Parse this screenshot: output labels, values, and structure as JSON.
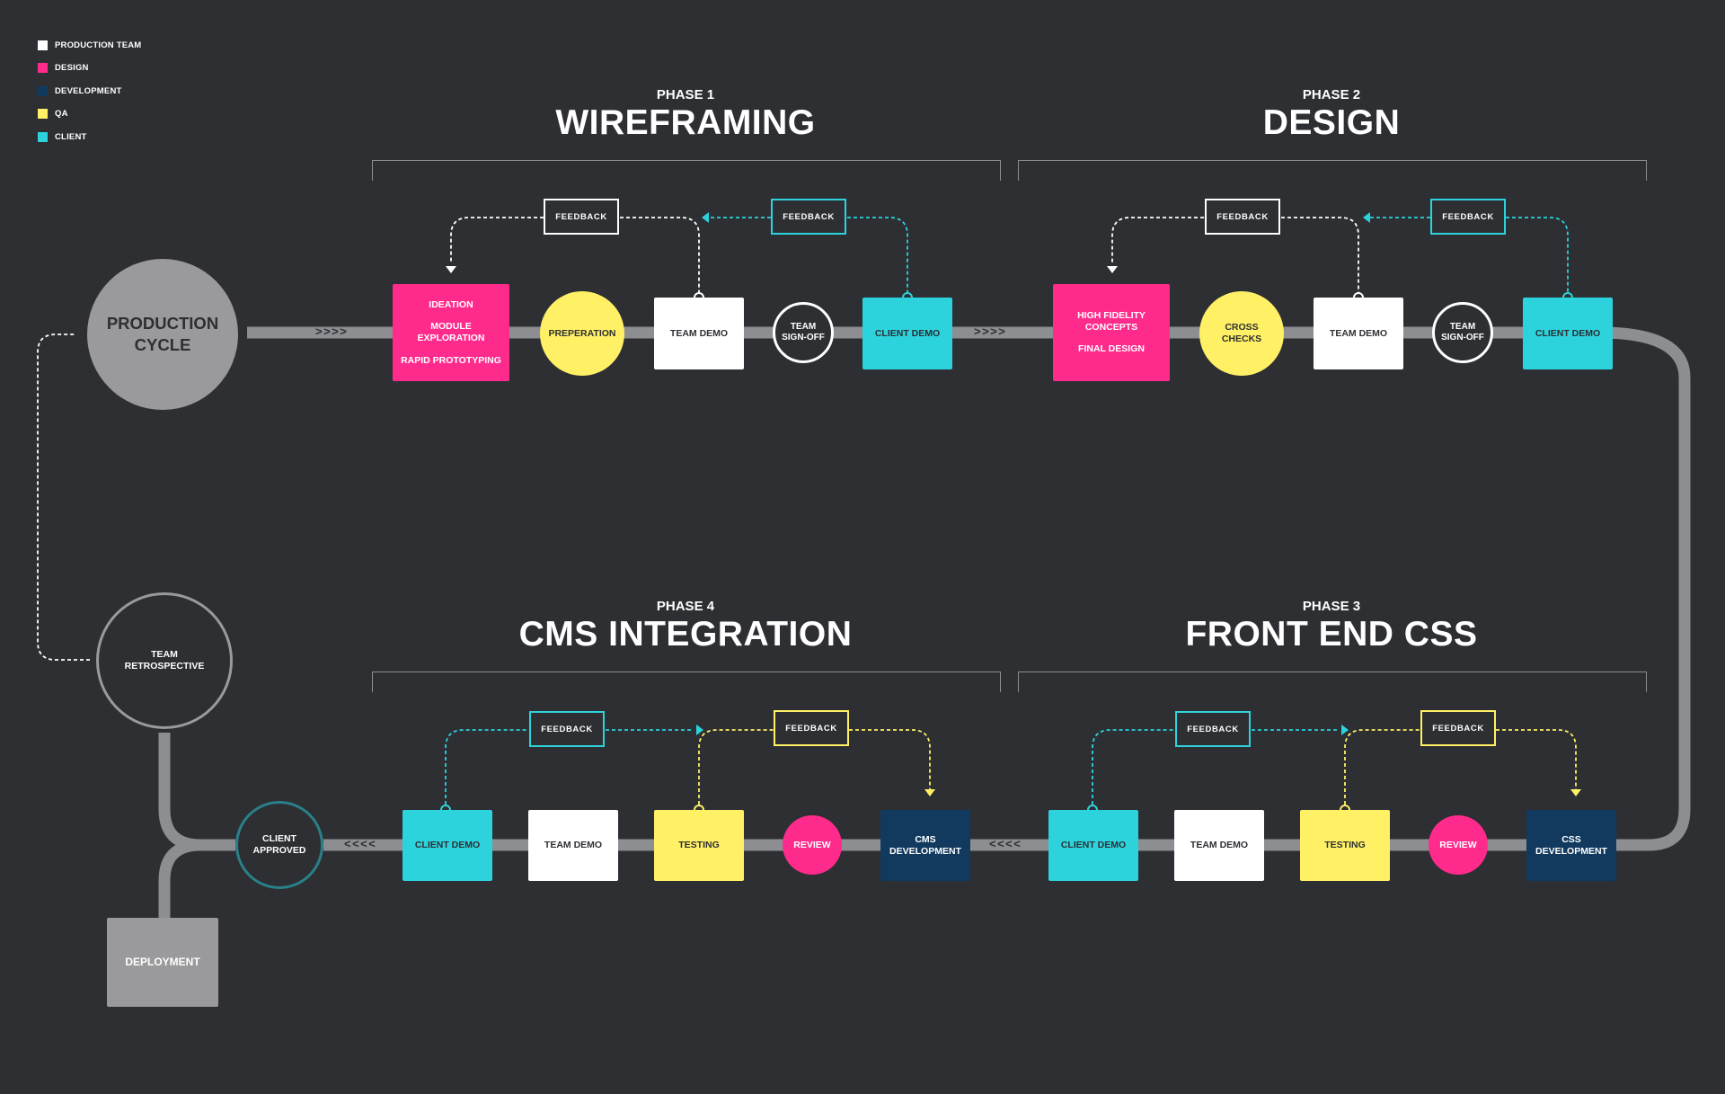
{
  "legend": [
    {
      "label": "PRODUCTION TEAM",
      "color": "#ffffff"
    },
    {
      "label": "DESIGN",
      "color": "#ff2b8c"
    },
    {
      "label": "DEVELOPMENT",
      "color": "#123a5e"
    },
    {
      "label": "QA",
      "color": "#fff066"
    },
    {
      "label": "CLIENT",
      "color": "#2dd3dc"
    }
  ],
  "phases": {
    "p1": {
      "number": "PHASE 1",
      "title": "WIREFRAMING"
    },
    "p2": {
      "number": "PHASE 2",
      "title": "DESIGN"
    },
    "p3": {
      "number": "PHASE 3",
      "title": "FRONT END CSS"
    },
    "p4": {
      "number": "PHASE 4",
      "title": "CMS INTEGRATION"
    }
  },
  "cycle": {
    "production_line1": "PRODUCTION",
    "production_line2": "CYCLE",
    "retro_line1": "TEAM",
    "retro_line2": "RETROSPECTIVE",
    "approved_line1": "CLIENT",
    "approved_line2": "APPROVED",
    "deployment": "DEPLOYMENT"
  },
  "phase1": {
    "ideation": "IDEATION",
    "module_line1": "MODULE",
    "module_line2": "EXPLORATION",
    "rapid": "RAPID PROTOTYPING",
    "preperation": "PREPERATION",
    "team_demo": "TEAM DEMO",
    "signoff_line1": "TEAM",
    "signoff_line2": "SIGN-OFF",
    "client_demo": "CLIENT DEMO"
  },
  "phase2": {
    "hifi_line1": "HIGH FIDELITY",
    "hifi_line2": "CONCEPTS",
    "final_design": "FINAL DESIGN",
    "cross_line1": "CROSS",
    "cross_line2": "CHECKS",
    "team_demo": "TEAM DEMO",
    "signoff_line1": "TEAM",
    "signoff_line2": "SIGN-OFF",
    "client_demo": "CLIENT DEMO"
  },
  "phase3": {
    "client_demo": "CLIENT DEMO",
    "team_demo": "TEAM DEMO",
    "testing": "TESTING",
    "review": "REVIEW",
    "dev_line1": "CSS",
    "dev_line2": "DEVELOPMENT"
  },
  "phase4": {
    "client_demo": "CLIENT DEMO",
    "team_demo": "TEAM DEMO",
    "testing": "TESTING",
    "review": "REVIEW",
    "dev_line1": "CMS",
    "dev_line2": "DEVELOPMENT"
  },
  "feedback_label": "FEEDBACK",
  "arrows": {
    "forward": ">>>>",
    "backward": "<<<<"
  }
}
